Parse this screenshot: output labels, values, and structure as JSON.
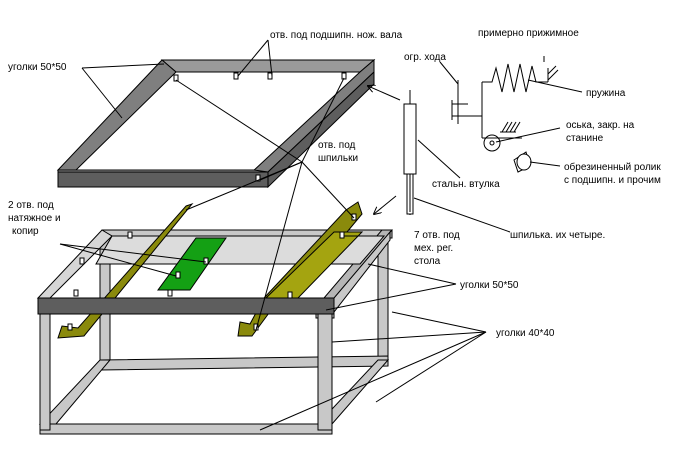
{
  "colors": {
    "frame_top": "#8a8a8a",
    "frame_front": "#5e5e5e",
    "leg": "#c8c8c8",
    "olive": "#8a8a0c",
    "green": "#14a014",
    "line": "#000000"
  },
  "labels": {
    "ugolki_top": "уголки 50*50",
    "otv_podshipn": "отв. под подшипн. нож. вала",
    "primerno": "примерно прижимное",
    "ogr_hoda": "огр. хода",
    "pruzhina": "пружина",
    "oska": "оська, закр. на",
    "stanine": "станине",
    "otv_pod": "отв. под",
    "shpilki": "шпильки",
    "roller1": "обрезиненный ролик",
    "roller2": "с подшипн. и прочим",
    "vtulka": "стальн. втулка",
    "two_otv1": "2 отв. под",
    "two_otv2": "натяжное и",
    "two_otv3": "копир",
    "shpilka": "шпилька. их четыре.",
    "seven1": "7 отв. под",
    "seven2": "мех. рег.",
    "seven3": "стола",
    "ugolki_50": "уголки 50*50",
    "ugolki_40": "уголки 40*40"
  }
}
